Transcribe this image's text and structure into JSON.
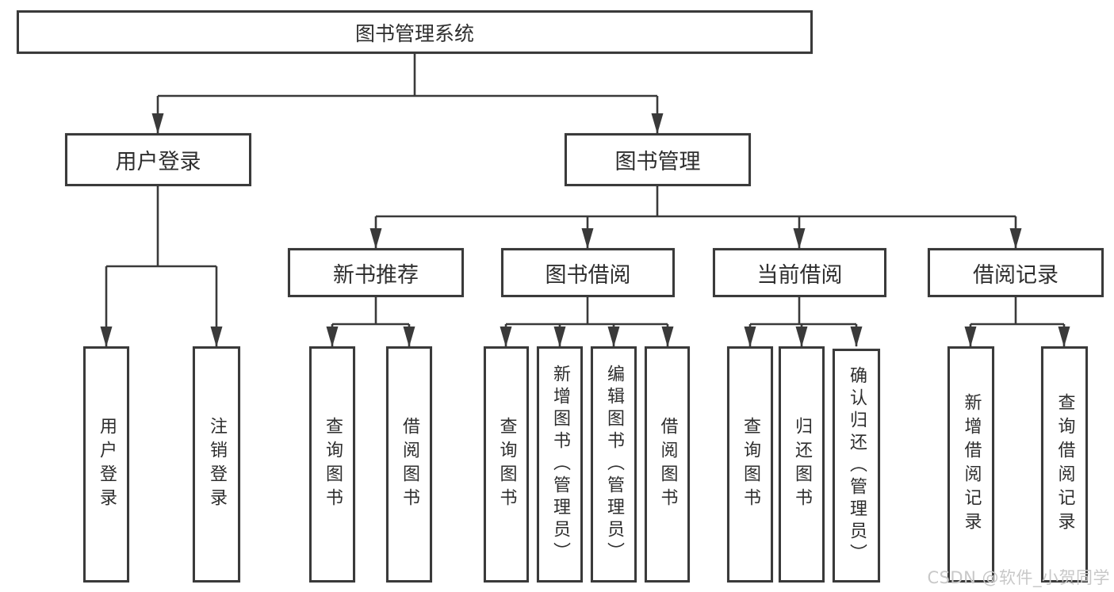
{
  "diagram": {
    "root": {
      "label": "图书管理系统"
    },
    "branches": [
      {
        "label": "用户登录",
        "children": [
          {
            "label": "用户登录"
          },
          {
            "label": "注销登录"
          }
        ]
      },
      {
        "label": "图书管理",
        "children": [
          {
            "label": "新书推荐",
            "children": [
              {
                "label": "查询图书"
              },
              {
                "label": "借阅图书"
              }
            ]
          },
          {
            "label": "图书借阅",
            "children": [
              {
                "label": "查询图书"
              },
              {
                "label": "新增图书（管理员）"
              },
              {
                "label": "编辑图书（管理员）"
              },
              {
                "label": "借阅图书"
              }
            ]
          },
          {
            "label": "当前借阅",
            "children": [
              {
                "label": "查询图书"
              },
              {
                "label": "归还图书"
              },
              {
                "label": "确认归还（管理员）"
              }
            ]
          },
          {
            "label": "借阅记录",
            "children": [
              {
                "label": "新增借阅记录"
              },
              {
                "label": "查询借阅记录"
              }
            ]
          }
        ]
      }
    ]
  },
  "watermark": {
    "text": "CSDN @软件_小贺同学"
  },
  "colors": {
    "line": "#3a3a3a",
    "text": "#2e2e2e",
    "watermark_gray": "#c8c8c8",
    "background": "#ffffff"
  }
}
